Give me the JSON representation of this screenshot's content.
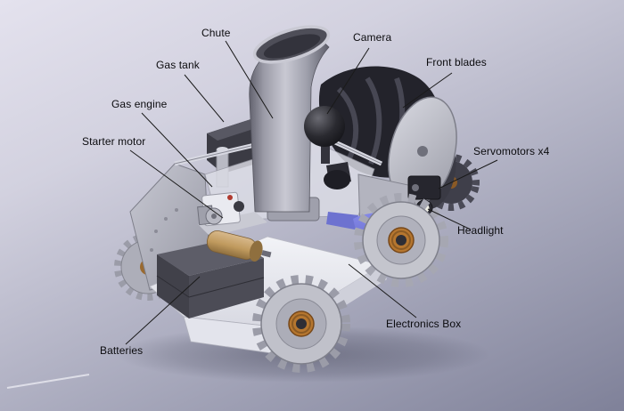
{
  "figure": {
    "alt": "3D CAD render of a remote-controlled snowblower robot with labeled components"
  },
  "annotations": [
    {
      "id": "chute",
      "label": "Chute"
    },
    {
      "id": "camera",
      "label": "Camera"
    },
    {
      "id": "front-blades",
      "label": "Front blades"
    },
    {
      "id": "gas-tank",
      "label": "Gas tank"
    },
    {
      "id": "gas-engine",
      "label": "Gas engine"
    },
    {
      "id": "starter-motor",
      "label": "Starter motor"
    },
    {
      "id": "servomotors",
      "label": "Servomotors x4"
    },
    {
      "id": "headlight",
      "label": "Headlight"
    },
    {
      "id": "electronics-box",
      "label": "Electronics Box"
    },
    {
      "id": "batteries",
      "label": "Batteries"
    }
  ],
  "colors": {
    "background_top": "#e4e2ee",
    "background_bottom": "#7f8199",
    "label_text": "#0b0b0e",
    "leader_line": "#1a1a1a",
    "body_gray": "#b3b4bf",
    "chute_gray": "#c9c9d3",
    "accent_purple": "#6d72d0",
    "hub_bronze": "#b5762f",
    "battery_dark": "#41414a",
    "blades_dark": "#23232b",
    "starter_tan": "#c09a5e"
  }
}
